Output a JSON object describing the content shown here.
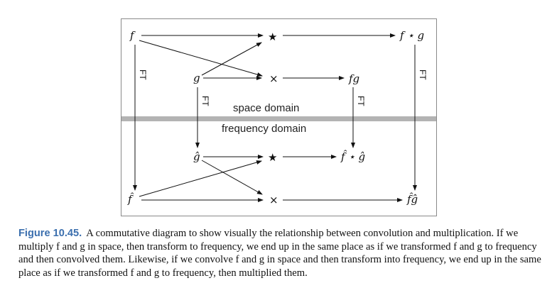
{
  "diagram": {
    "space_domain_label": "space domain",
    "frequency_domain_label": "frequency domain",
    "ft_label": "FT",
    "nodes": {
      "f": "f",
      "g": "g",
      "star_top": "★",
      "times_top": "×",
      "f_star_g": "f ⋆ g",
      "fg": "fg",
      "g_hat": "ĝ",
      "f_hat": "f̂",
      "star_bottom": "★",
      "times_bottom": "×",
      "f_hat_star_g_hat": "f̂ ⋆ ĝ",
      "f_hat_g_hat": "f̂ĝ"
    },
    "colors": {
      "divider": "#b3b3b3",
      "border": "#8a8a8a",
      "caption_label": "#3b6fae"
    }
  },
  "caption": {
    "label": "Figure 10.45.",
    "text": "A commutative diagram to show visually the relationship between convolution and multiplication. If we multiply f and g in space, then transform to frequency, we end up in the same place as if we transformed f and g to frequency and then convolved them. Likewise, if we convolve f and g in space and then transform into frequency, we end up in the same place as if we transformed f and g to frequency, then multiplied them."
  }
}
